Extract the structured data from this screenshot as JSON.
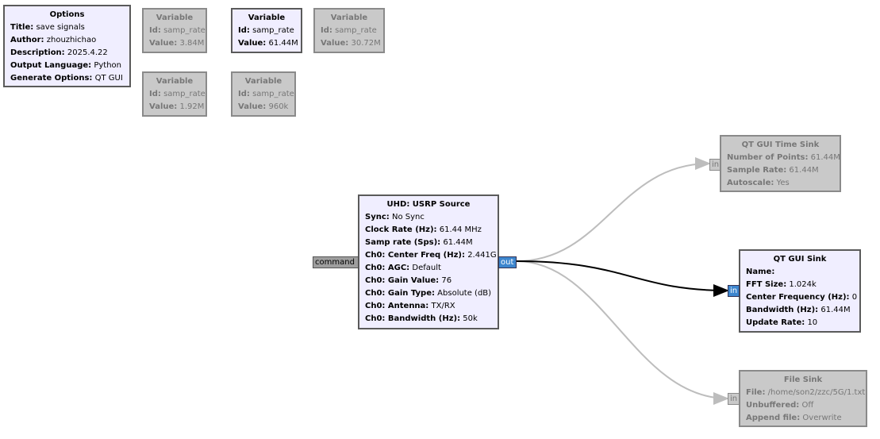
{
  "options": {
    "title": "Options",
    "rows": [
      {
        "label": "Title:",
        "value": "save signals"
      },
      {
        "label": "Author:",
        "value": "zhouzhichao"
      },
      {
        "label": "Description:",
        "value": "2025.4.22"
      },
      {
        "label": "Output Language:",
        "value": "Python"
      },
      {
        "label": "Generate Options:",
        "value": "QT GUI"
      }
    ]
  },
  "variables": [
    {
      "title": "Variable",
      "id_label": "Id:",
      "id": "samp_rate",
      "value_label": "Value:",
      "value": "3.84M",
      "enabled": false
    },
    {
      "title": "Variable",
      "id_label": "Id:",
      "id": "samp_rate",
      "value_label": "Value:",
      "value": "61.44M",
      "enabled": true
    },
    {
      "title": "Variable",
      "id_label": "Id:",
      "id": "samp_rate",
      "value_label": "Value:",
      "value": "30.72M",
      "enabled": false
    },
    {
      "title": "Variable",
      "id_label": "Id:",
      "id": "samp_rate",
      "value_label": "Value:",
      "value": "1.92M",
      "enabled": false
    },
    {
      "title": "Variable",
      "id_label": "Id:",
      "id": "samp_rate",
      "value_label": "Value:",
      "value": "960k",
      "enabled": false
    }
  ],
  "usrp": {
    "title": "UHD: USRP Source",
    "rows": [
      {
        "label": "Sync:",
        "value": "No Sync"
      },
      {
        "label": "Clock Rate (Hz):",
        "value": "61.44 MHz"
      },
      {
        "label": "Samp rate (Sps):",
        "value": "61.44M"
      },
      {
        "label": "Ch0: Center Freq (Hz):",
        "value": "2.441G"
      },
      {
        "label": "Ch0: AGC:",
        "value": "Default"
      },
      {
        "label": "Ch0: Gain Value:",
        "value": "76"
      },
      {
        "label": "Ch0: Gain Type:",
        "value": "Absolute (dB)"
      },
      {
        "label": "Ch0: Antenna:",
        "value": "TX/RX"
      },
      {
        "label": "Ch0: Bandwidth (Hz):",
        "value": "50k"
      }
    ],
    "command_port": "command",
    "out_port": "out"
  },
  "time_sink": {
    "title": "QT GUI Time Sink",
    "rows": [
      {
        "label": "Number of Points:",
        "value": "61.44M"
      },
      {
        "label": "Sample Rate:",
        "value": "61.44M"
      },
      {
        "label": "Autoscale:",
        "value": "Yes"
      }
    ],
    "in_port": "in",
    "enabled": false
  },
  "gui_sink": {
    "title": "QT GUI Sink",
    "rows": [
      {
        "label": "Name:",
        "value": ""
      },
      {
        "label": "FFT Size:",
        "value": "1.024k"
      },
      {
        "label": "Center Frequency (Hz):",
        "value": "0"
      },
      {
        "label": "Bandwidth (Hz):",
        "value": "61.44M"
      },
      {
        "label": "Update Rate:",
        "value": "10"
      }
    ],
    "in_port": "in",
    "enabled": true
  },
  "file_sink": {
    "title": "File Sink",
    "rows": [
      {
        "label": "File:",
        "value": "/home/son2/zzc/5G/1.txt"
      },
      {
        "label": "Unbuffered:",
        "value": "Off"
      },
      {
        "label": "Append file:",
        "value": "Overwrite"
      }
    ],
    "in_port": "in",
    "enabled": false
  },
  "colors": {
    "block_bg": "#f0eeff",
    "disabled_bg": "#c9c9c9",
    "stream_port": "#3d86ce",
    "active_wire": "#000000",
    "disabled_wire": "#bdbdbd"
  }
}
